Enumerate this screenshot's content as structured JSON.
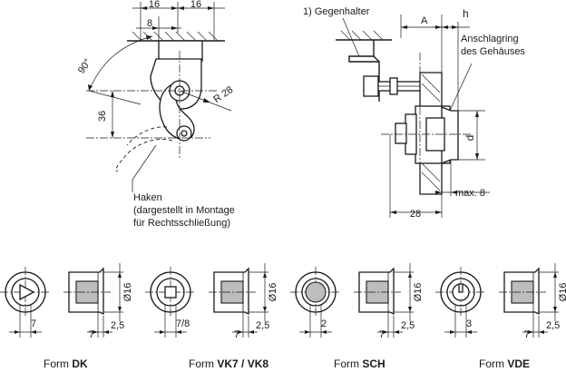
{
  "top_left": {
    "dims": {
      "d16a": "16",
      "d16b": "16",
      "d8": "8",
      "d90": "90°",
      "d36": "36",
      "r28": "R 28"
    },
    "hook_label": {
      "line1": "Haken",
      "line2": "(dargestellt in Montage",
      "line3": "für Rechtsschließung)"
    }
  },
  "top_right": {
    "note_counterholder": "1) Gegenhalter",
    "stop_ring_line1": "Anschlagring",
    "stop_ring_line2": "des Gehäuses",
    "dims": {
      "A": "A",
      "h": "h",
      "d": "d",
      "max8": "max. 8",
      "d28": "28"
    }
  },
  "forms": [
    {
      "prefix": "Form ",
      "code": "DK",
      "dia": "Ø16",
      "d_face": "7",
      "d_body": "7",
      "d_collar": "2,5"
    },
    {
      "prefix": "Form ",
      "code": "VK7 / VK8",
      "dia": "Ø16",
      "d_face": "7/8",
      "d_body": "7",
      "d_collar": "2,5"
    },
    {
      "prefix": "Form ",
      "code": "SCH",
      "dia": "Ø16",
      "d_face": "2",
      "d_body": "7",
      "d_collar": "2,5"
    },
    {
      "prefix": "Form ",
      "code": "VDE",
      "dia": "Ø16",
      "d_face": "3",
      "d_body": "7",
      "d_collar": "2,5"
    }
  ]
}
